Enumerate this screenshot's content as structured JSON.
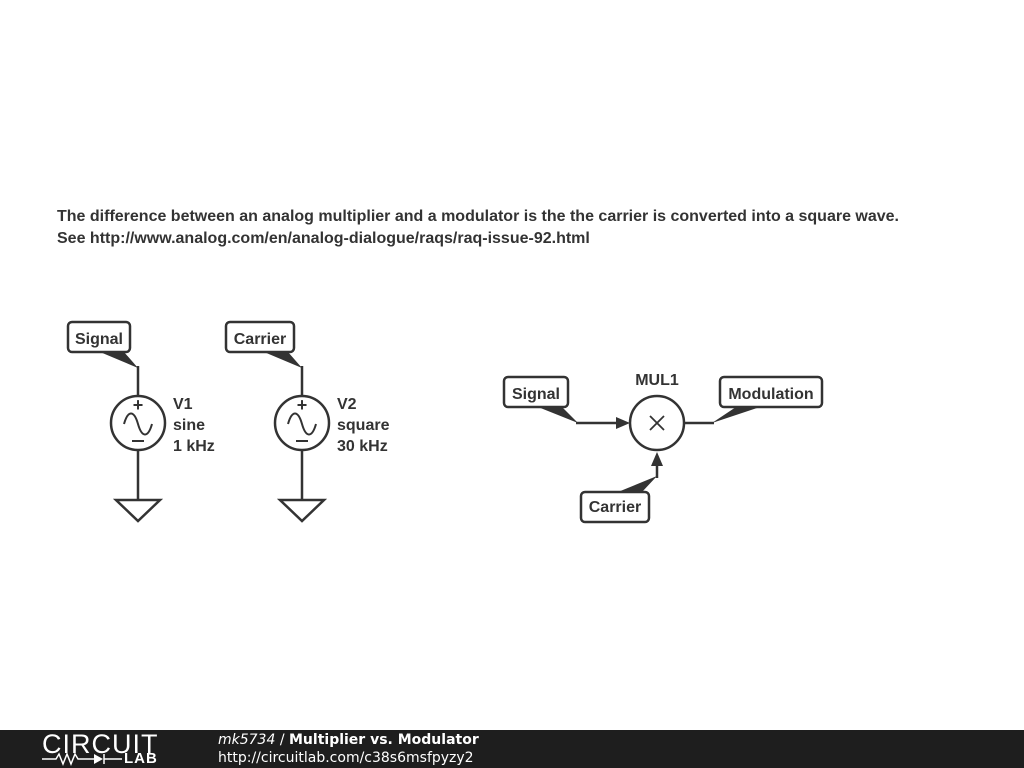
{
  "description": {
    "line1": "The difference between an analog multiplier and a modulator is the the carrier is converted into a square wave.",
    "line2": "See http://www.analog.com/en/analog-dialogue/raqs/raq-issue-92.html"
  },
  "sources": [
    {
      "net_label": "Signal",
      "name": "V1",
      "type": "sine",
      "frequency": "1 kHz"
    },
    {
      "net_label": "Carrier",
      "name": "V2",
      "type": "square",
      "frequency": "30 kHz"
    }
  ],
  "multiplier": {
    "name": "MUL1",
    "input_label": "Signal",
    "carrier_label": "Carrier",
    "output_label": "Modulation"
  },
  "footer": {
    "brand_top": "CIRCUIT",
    "brand_bottom": "LAB",
    "author": "mk5734",
    "separator": " / ",
    "title": "Multiplier vs. Modulator",
    "url": "http://circuitlab.com/c38s6msfpyzy2"
  },
  "colors": {
    "ink": "#333333",
    "footer_bg": "#1e1e1e"
  }
}
